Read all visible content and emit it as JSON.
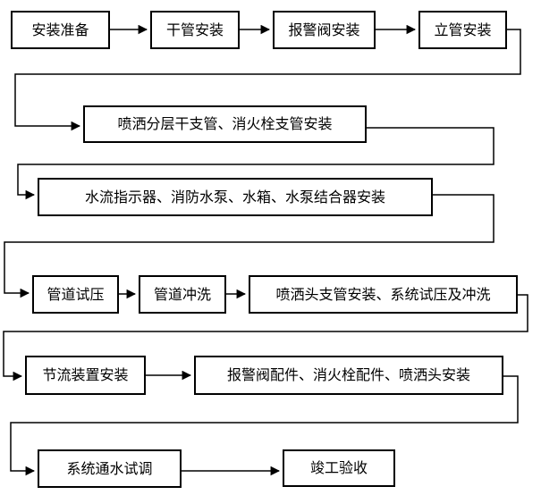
{
  "flowchart": {
    "background_color": "#ffffff",
    "line_color": "#000000",
    "box_fill_color": "#ffffff",
    "text_color": "#000000",
    "steps": [
      {
        "label": "安装准备"
      },
      {
        "label": "干管安装"
      },
      {
        "label": "报警阀安装"
      },
      {
        "label": "立管安装"
      },
      {
        "label": "喷洒分层干支管、消火栓支管安装"
      },
      {
        "label": "水流指示器、消防水泵、水箱、水泵结合器安装"
      },
      {
        "label": "管道试压"
      },
      {
        "label": "管道冲洗"
      },
      {
        "label": "喷洒头支管安装、系统试压及冲洗"
      },
      {
        "label": "节流装置安装"
      },
      {
        "label": "报警阀配件、消火栓配件、喷洒头安装"
      },
      {
        "label": "系统通水试调"
      },
      {
        "label": "竣工验收"
      }
    ],
    "edges": [
      {
        "from": "安装准备",
        "to": "干管安装"
      },
      {
        "from": "干管安装",
        "to": "报警阀安装"
      },
      {
        "from": "报警阀安装",
        "to": "立管安装"
      },
      {
        "from": "立管安装",
        "to": "喷洒分层干支管、消火栓支管安装"
      },
      {
        "from": "喷洒分层干支管、消火栓支管安装",
        "to": "水流指示器、消防水泵、水箱、水泵结合器安装"
      },
      {
        "from": "水流指示器、消防水泵、水箱、水泵结合器安装",
        "to": "管道试压"
      },
      {
        "from": "管道试压",
        "to": "管道冲洗"
      },
      {
        "from": "管道冲洗",
        "to": "喷洒头支管安装、系统试压及冲洗"
      },
      {
        "from": "喷洒头支管安装、系统试压及冲洗",
        "to": "节流装置安装"
      },
      {
        "from": "节流装置安装",
        "to": "报警阀配件、消火栓配件、喷洒头安装"
      },
      {
        "from": "报警阀配件、消火栓配件、喷洒头安装",
        "to": "系统通水试调"
      },
      {
        "from": "系统通水试调",
        "to": "竣工验收"
      }
    ]
  }
}
